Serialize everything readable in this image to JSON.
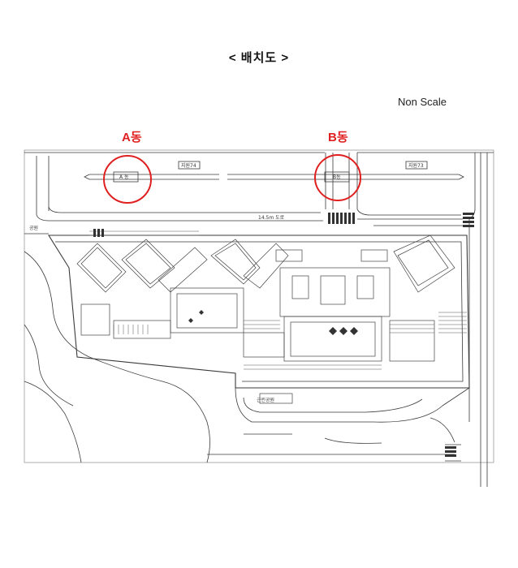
{
  "header": {
    "title": "< 배치도 >",
    "scale_note": "Non Scale"
  },
  "markers": {
    "a_label": "A동",
    "b_label": "B동"
  },
  "plan_labels": {
    "road_74": "지원74",
    "road_73": "지원73",
    "road_a_tag": "A 동",
    "road_b_tag": "B동",
    "road_main": "14.5m 도로",
    "park_left": "공원",
    "neighborhood_park": "근린공원"
  },
  "colors": {
    "marker": "#e02020",
    "line": "#3a3a3a",
    "hatch": "#555555"
  }
}
